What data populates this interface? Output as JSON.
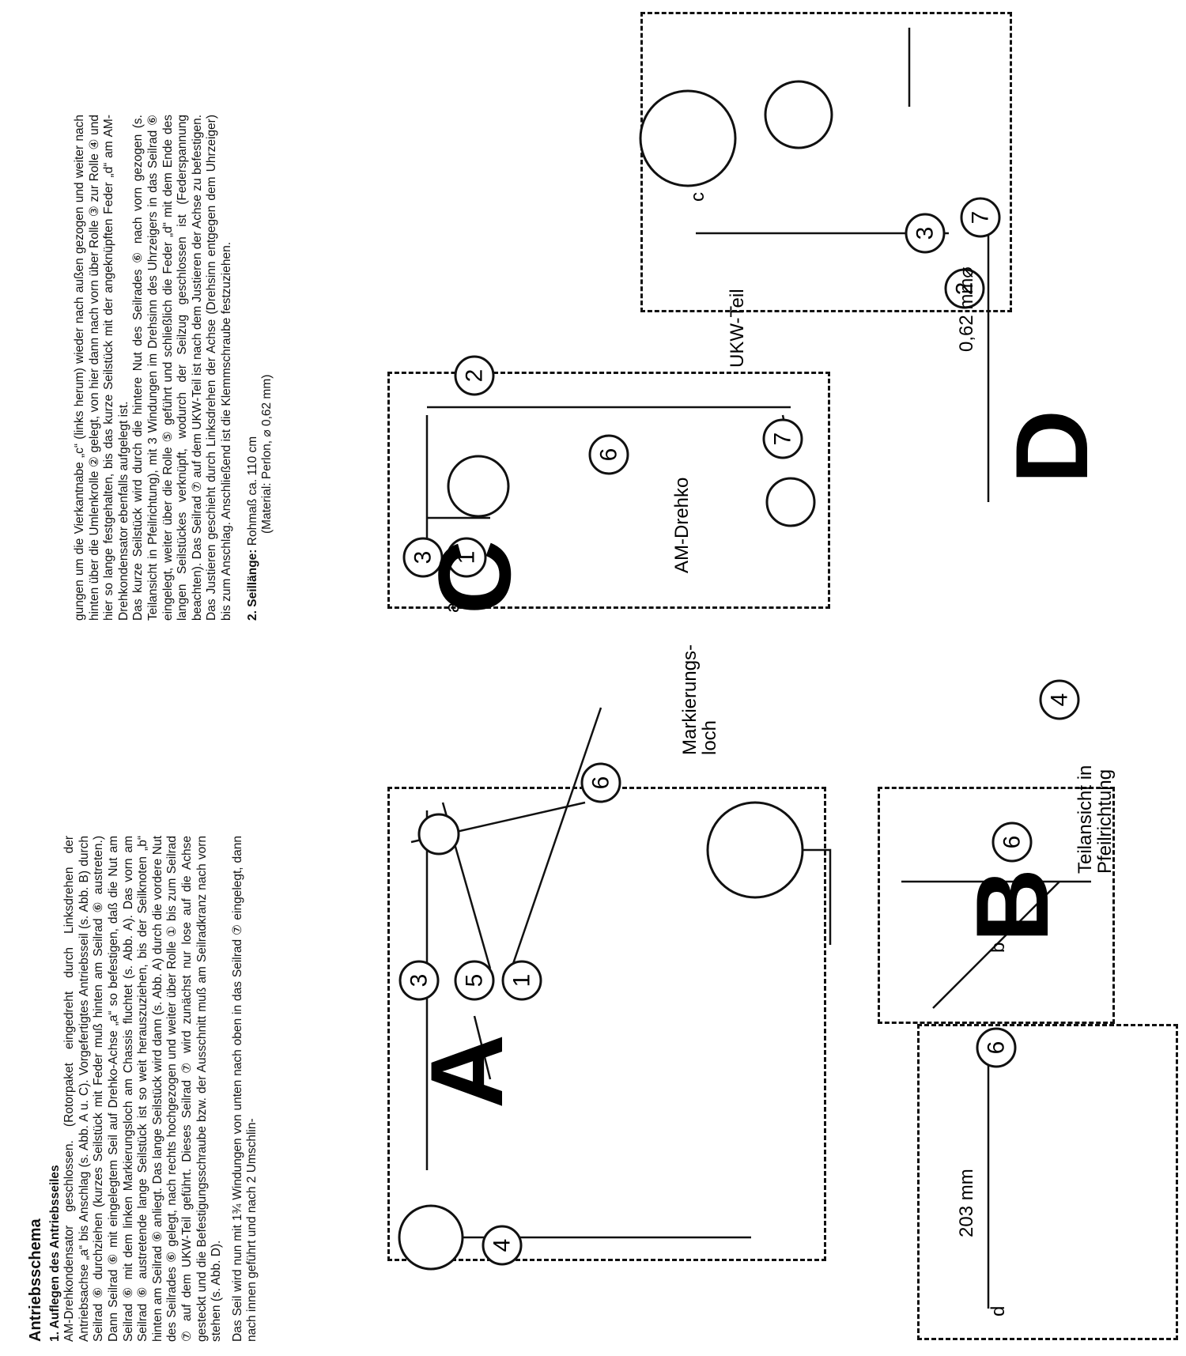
{
  "text": {
    "title": "Antriebsschema",
    "section1_head": "1. Auflegen des Antriebsseiles",
    "col1_p1": "AM-Drehkondensator geschlossen. (Rotorpaket eingedreht durch Linksdrehen der Antriebsachse „a“ bis Anschlag (s. Abb. A u. C). Vorgefertigtes Antriebsseil (s. Abb. B) durch Seilrad ⑥ durchziehen (kurzes Seilstück mit Feder muß hinten am Seilrad ⑥ austreten.) Dann Seilrad ⑥ mit eingelegtem Seil auf Drehko-Achse „a“ so befestigen, daß die Nut am Seilrad ⑥ mit dem linken Markierungsloch am Chassis fluchtet (s. Abb. A). Das vorn am Seilrad ⑥ austretende lange Seilstück ist so weit herauszuziehen, bis der Seilknoten „b“ hinten am Seilrad ⑥ anliegt. Das lange Seilstück wird dann (s. Abb. A) durch die vordere Nut des Seilrades ⑥ gelegt, nach rechts hochgezogen und weiter über Rolle ① bis zum Seilrad ⑦ auf dem UKW-Teil geführt. Dieses Seilrad ⑦ wird zunächst nur lose auf die Achse gesteckt und die Befestigungsschraube bzw. der Ausschnitt muß am Seilradkranz nach vorn stehen (s. Abb. D).",
    "col1_p2": "Das Seil wird nun mit 1¾ Windungen von unten nach oben in das Seilrad ⑦ eingelegt, dann nach innen geführt und nach 2 Umschlin-",
    "col2_p1": "gungen um die Vierkantnabe „c“ (links herum) wieder nach außen gezogen und weiter nach hinten über die Umlenkrolle ② gelegt, von hier dann nach vorn über Rolle ③ zur Rolle ④ und hier so lange festgehalten, bis das kurze Seilstück mit der angeknüpften Feder „d“ am AM-Drehkondensator ebenfalls aufgelegt ist.",
    "col2_p2": "Das kurze Seilstück wird durch die hintere Nut des Seilrades ⑥ nach vorn gezogen (s. Teilansicht in Pfeilrichtung), mit 3 Windungen im Drehsinn des Uhrzeigers in das Seilrad ⑥ eingelegt, weiter über die Rolle ⑤ geführt und schließlich die Feder „d“ mit dem Ende des langen Seilstückes verknüpft, wodurch der Seilzug geschlossen ist (Federspannung beachten). Das Seilrad ⑦ auf dem UKW-Teil ist nach dem Justieren der Achse zu befestigen. Das Justieren geschieht durch Linksdrehen der Achse (Drehsinn entgegen dem Uhrzeiger) bis zum Anschlag. Anschließend ist die Klemmschraube festzuziehen.",
    "section2_head": "2. Seillänge:",
    "section2_val": "Rohmaß ca. 110 cm",
    "section2_mat": "(Material: Perlon, ⌀ 0,62 mm)"
  },
  "labels": {
    "fig_a": "A",
    "fig_b": "B",
    "fig_c": "C",
    "fig_d": "D",
    "ukw_teil": "UKW-Teil",
    "am_drehko": "AM-Drehko",
    "markierungsloch_1": "Markierungs-",
    "markierungsloch_2": "loch",
    "teilansicht_1": "Teilansicht in",
    "teilansicht_2": "Pfeilrichtung",
    "dim_203": "203 mm",
    "dim_062": "0,62 mm⌀",
    "letter_a": "a",
    "letter_b": "b",
    "letter_c": "c",
    "letter_d": "d",
    "n1": "1",
    "n2": "2",
    "n3": "3",
    "n4": "4",
    "n5": "5",
    "n6": "6",
    "n7": "7"
  }
}
